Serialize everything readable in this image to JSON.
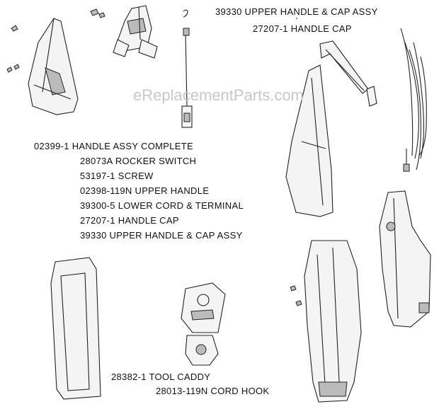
{
  "watermark": "eReplacementParts.com",
  "callouts": {
    "upper_handle_cap_assy": "39330 UPPER HANDLE & CAP ASSY",
    "handle_cap": "27207-1 HANDLE CAP",
    "tool_caddy": "28382-1 TOOL CADDY",
    "cord_hook": "28013-119N CORD HOOK"
  },
  "parts_list": [
    "02399-1 HANDLE ASSY COMPLETE",
    "28073A ROCKER SWITCH",
    "53197-1 SCREW",
    "02398-119N UPPER HANDLE",
    "39300-5 LOWER CORD & TERMINAL",
    "27207-1 HANDLE CAP",
    "39330 UPPER HANDLE & CAP ASSY"
  ]
}
